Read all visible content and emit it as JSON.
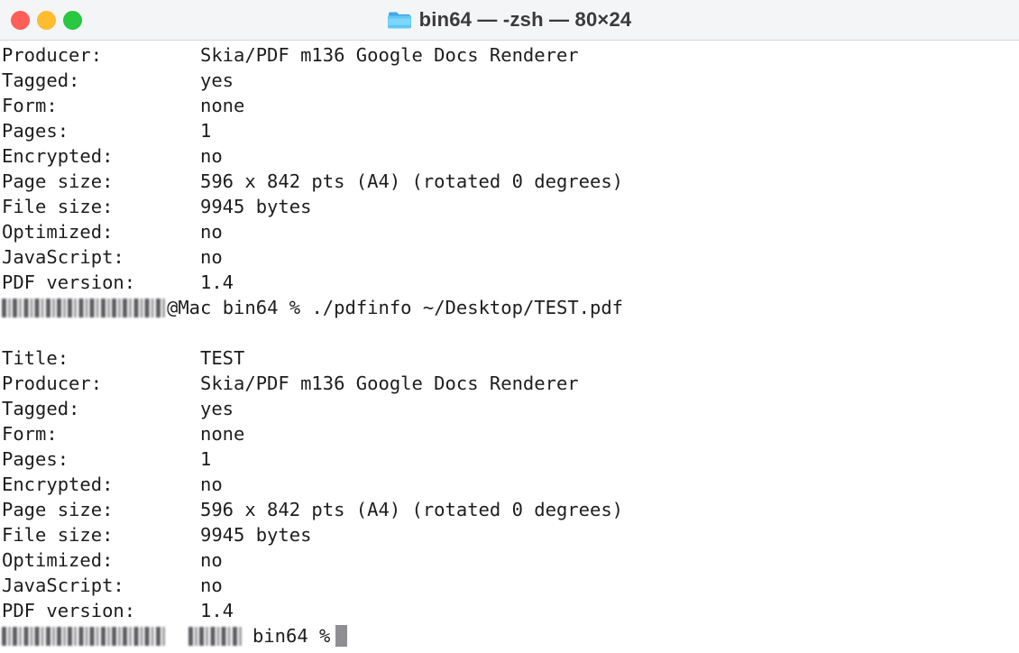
{
  "window": {
    "title": "bin64 — -zsh — 80×24",
    "folder_icon": "folder-icon",
    "traffic_lights": [
      {
        "name": "close",
        "color": "#ff5f57"
      },
      {
        "name": "minimize",
        "color": "#febc2e"
      },
      {
        "name": "zoom",
        "color": "#28c840"
      }
    ]
  },
  "terminal": {
    "cols": 80,
    "rows": 24,
    "shell": "-zsh",
    "cwd": "bin64",
    "background": "#ffffff",
    "foreground": "#1d1d1f",
    "cursor_color": "#8e8e93",
    "output_block_1": [
      {
        "key": "Producer:",
        "value": "Skia/PDF m136 Google Docs Renderer"
      },
      {
        "key": "Tagged:",
        "value": "yes"
      },
      {
        "key": "Form:",
        "value": "none"
      },
      {
        "key": "Pages:",
        "value": "1"
      },
      {
        "key": "Encrypted:",
        "value": "no"
      },
      {
        "key": "Page size:",
        "value": "596 x 842 pts (A4) (rotated 0 degrees)"
      },
      {
        "key": "File size:",
        "value": "9945 bytes"
      },
      {
        "key": "Optimized:",
        "value": "no"
      },
      {
        "key": "JavaScript:",
        "value": "no"
      },
      {
        "key": "PDF version:",
        "value": "1.4"
      }
    ],
    "prompt_command": {
      "user_redacted": true,
      "host": "@Mac",
      "cwd": "bin64",
      "symbol": "%",
      "command": "./pdfinfo ~/Desktop/TEST.pdf",
      "text": "@Mac bin64 % ./pdfinfo ~/Desktop/TEST.pdf"
    },
    "output_block_2": [
      {
        "key": "Title:",
        "value": "TEST"
      },
      {
        "key": "Producer:",
        "value": "Skia/PDF m136 Google Docs Renderer"
      },
      {
        "key": "Tagged:",
        "value": "yes"
      },
      {
        "key": "Form:",
        "value": "none"
      },
      {
        "key": "Pages:",
        "value": "1"
      },
      {
        "key": "Encrypted:",
        "value": "no"
      },
      {
        "key": "Page size:",
        "value": "596 x 842 pts (A4) (rotated 0 degrees)"
      },
      {
        "key": "File size:",
        "value": "9945 bytes"
      },
      {
        "key": "Optimized:",
        "value": "no"
      },
      {
        "key": "JavaScript:",
        "value": "no"
      },
      {
        "key": "PDF version:",
        "value": "1.4"
      }
    ],
    "prompt_current": {
      "user_redacted": true,
      "host_redacted": true,
      "cwd": "bin64",
      "symbol": "%",
      "text": "bin64 %"
    }
  }
}
